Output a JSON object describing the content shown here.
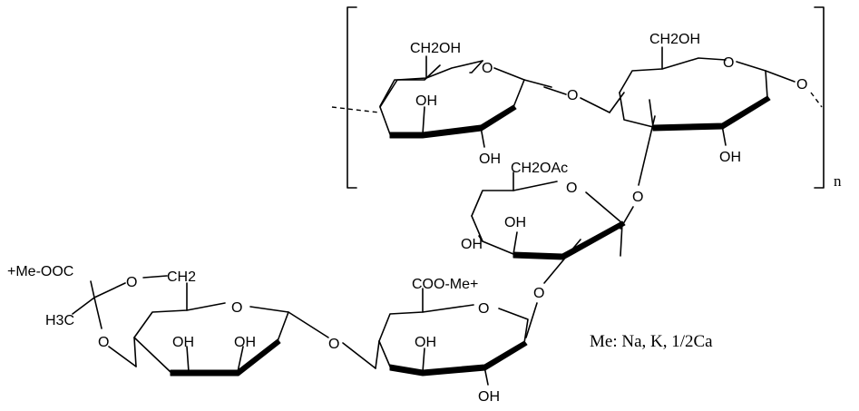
{
  "figure": {
    "type": "chemical-structure",
    "repeat_subscript": "n",
    "counterion_legend": "Me: Na, K, 1/2Ca",
    "labels": {
      "ring1_ch2oh": "CH2OH",
      "ring1_o": "O",
      "ring1_oh_upper": "OH",
      "ring1_oh_lower": "OH",
      "link_o_12": "O",
      "ring2_ch2oh": "CH2OH",
      "ring2_o": "O",
      "ring2_o_right": "O",
      "ring2_oh": "OH",
      "link_o_23": "O",
      "ring3_ch2oac": "CH2OAc",
      "ring3_o": "O",
      "ring3_oh_upper": "OH",
      "ring3_oh_lower": "OH",
      "link_o_34": "O",
      "ring4_cooh": "COO-Me+",
      "ring4_o": "O",
      "ring4_oh_upper": "OH",
      "ring4_oh_lower": "OH",
      "link_o_45": "O",
      "ring5_ch2": "CH2",
      "ring5_o": "O",
      "ring5_oh_1": "OH",
      "ring5_oh_2": "OH",
      "pyruvate_cooh": "+Me-OOC",
      "pyruvate_ch3": "H3C",
      "pyruvate_o_upper": "O",
      "pyruvate_o_lower": "O"
    }
  }
}
